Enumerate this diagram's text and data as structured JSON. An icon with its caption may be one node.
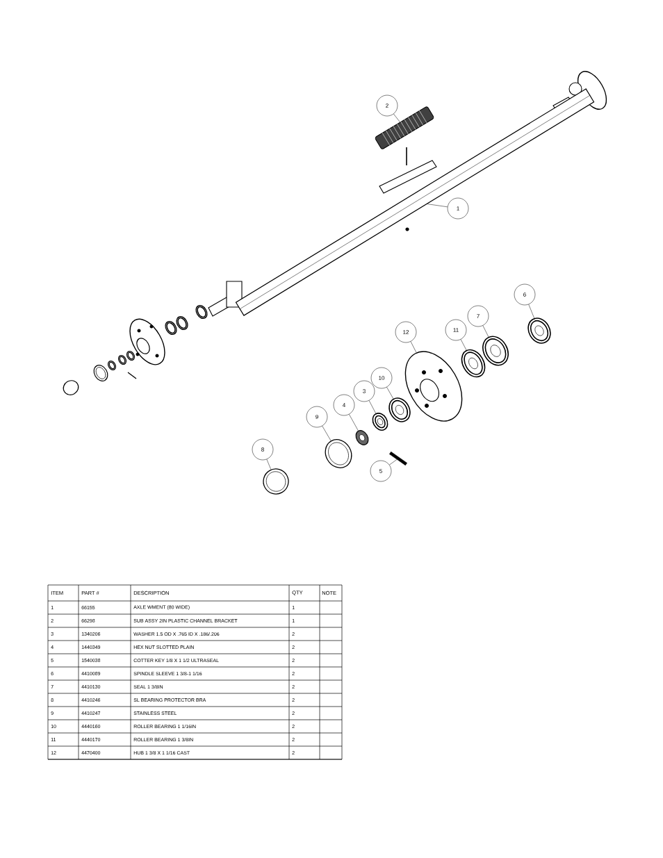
{
  "diagram": {
    "nodes": [
      {
        "text": [
          "1"
        ]
      },
      {
        "text": [
          "2"
        ]
      },
      {
        "text": [
          "3"
        ]
      },
      {
        "text": [
          "4"
        ]
      },
      {
        "text": [
          "5"
        ]
      },
      {
        "text": [
          "6"
        ]
      },
      {
        "text": [
          "7"
        ]
      },
      {
        "text": [
          "8"
        ]
      },
      {
        "text": [
          "9"
        ]
      },
      {
        "text": [
          "10"
        ]
      },
      {
        "text": [
          "11"
        ]
      },
      {
        "text": [
          "12"
        ]
      },
      {
        "text": [],
        "shape": "picture"
      },
      {
        "text": [],
        "shape": "picture"
      },
      {
        "text": [],
        "shape": "picture"
      },
      {
        "text": [],
        "shape": "picture"
      },
      {
        "text": [],
        "shape": "picture"
      },
      {
        "text": [],
        "shape": "picture"
      },
      {
        "text": [],
        "shape": "picture"
      },
      {
        "text": [],
        "shape": "picture"
      },
      {
        "text": [],
        "shape": "picture"
      },
      {
        "text": [],
        "shape": "picture"
      },
      {
        "text": [],
        "shape": "picture"
      },
      {
        "text": [],
        "shape": "picture"
      }
    ],
    "edges": [
      {
        "from": 0,
        "to": 12,
        "arrow": "none"
      },
      {
        "from": 1,
        "to": 13,
        "arrow": "none"
      },
      {
        "from": 2,
        "to": 14,
        "arrow": "none"
      },
      {
        "from": 3,
        "to": 15,
        "arrow": "none"
      },
      {
        "from": 4,
        "to": 16,
        "arrow": "none"
      },
      {
        "from": 5,
        "to": 17,
        "arrow": "none"
      },
      {
        "from": 6,
        "to": 18,
        "arrow": "none"
      },
      {
        "from": 7,
        "to": 19,
        "arrow": "none"
      },
      {
        "from": 8,
        "to": 20,
        "arrow": "none"
      },
      {
        "from": 9,
        "to": 21,
        "arrow": "none"
      },
      {
        "from": 10,
        "to": 22,
        "arrow": "none"
      },
      {
        "from": 11,
        "to": 23,
        "arrow": "none"
      }
    ],
    "labels": [
      "ITEM",
      "PART #",
      "DESCRIPTION",
      "QTY",
      "NOTE",
      "1",
      "66155",
      "AXLE WMENT (80 WIDE)",
      "1",
      "2",
      "66298",
      "SUB ASSY 2IN PLASTIC CHANNEL BRACKET",
      "1",
      "3",
      "1340206",
      "WASHER 1.5 OD X .765 ID X .186/.206",
      "2",
      "4",
      "1440349",
      "HEX NUT SLOTTED PLAIN",
      "2",
      "5",
      "1540038",
      "COTTER KEY 1/8 X 1 1/2 ULTRASEAL",
      "2",
      "6",
      "4410089",
      "SPINDLE SLEEVE  1 3/8-1 1/16",
      "2",
      "7",
      "4410130",
      "SEAL  1 3/8IN",
      "2",
      "8",
      "4410246",
      "SL BEARING PROTECTOR BRA",
      "2",
      "9",
      "4410247",
      "STAINLESS STEEL",
      "2",
      "10",
      "4440160",
      "ROLLER BEARING  1 1/16IN",
      "2",
      "11",
      "4440170",
      "ROLLER BEARING  1 3/8IN",
      "2",
      "12",
      "4470400",
      "HUB  1 3/8 X 1 1/16 CAST",
      "2"
    ]
  }
}
